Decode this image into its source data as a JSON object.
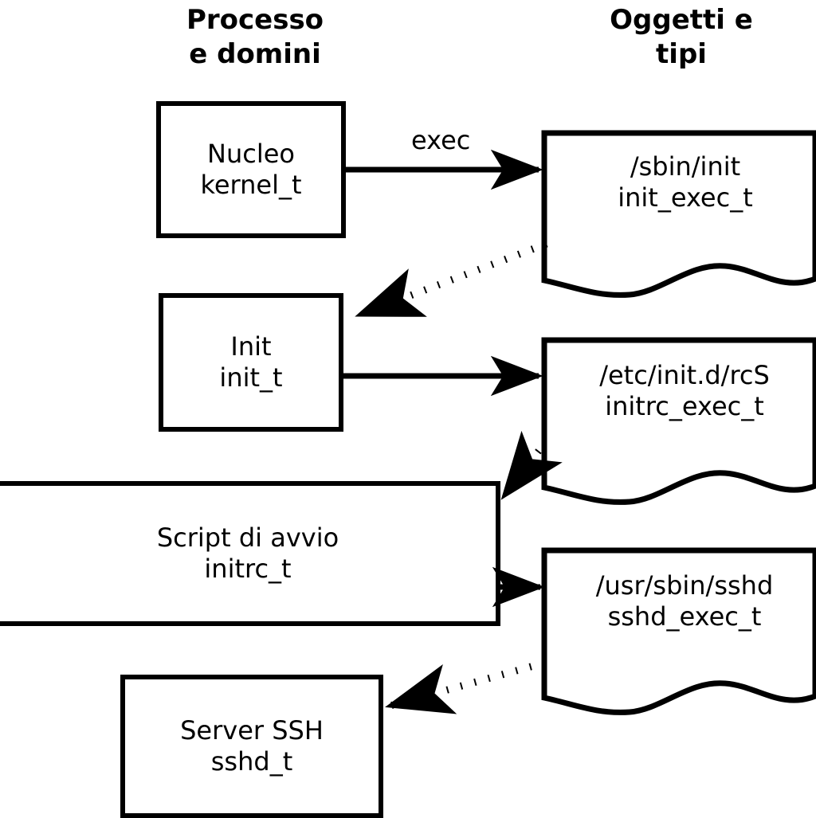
{
  "diagram": {
    "title_left": "Processo\ne domini",
    "title_right": "Oggetti e\ntipi",
    "colors": {
      "stroke": "#000000",
      "fill": "#ffffff",
      "background": "#ffffff"
    }
  },
  "processes": [
    {
      "id": "kernel",
      "label": "Nucleo\nkernel_t",
      "name": "Nucleo",
      "type": "kernel_t"
    },
    {
      "id": "init",
      "label": "Init\ninit_t",
      "name": "Init",
      "type": "init_t"
    },
    {
      "id": "initrc",
      "label": "Script di avvio\ninitrc_t",
      "name": "Script di avvio",
      "type": "initrc_t"
    },
    {
      "id": "sshd",
      "label": "Server SSH\nsshd_t",
      "name": "Server SSH",
      "type": "sshd_t"
    }
  ],
  "objects": [
    {
      "id": "init_exec",
      "label": "/sbin/init\ninit_exec_t",
      "path": "/sbin/init",
      "type": "init_exec_t"
    },
    {
      "id": "initrc_exec",
      "label": "/etc/init.d/rcS\ninitrc_exec_t",
      "path": "/etc/init.d/rcS",
      "type": "initrc_exec_t"
    },
    {
      "id": "sshd_exec",
      "label": "/usr/sbin/sshd\nsshd_exec_t",
      "path": "/usr/sbin/sshd",
      "type": "sshd_exec_t"
    }
  ],
  "edges": [
    {
      "id": "e1",
      "from": "kernel",
      "to": "init_exec",
      "label": "exec",
      "style": "solid"
    },
    {
      "id": "e2",
      "from": "init_exec",
      "to": "init",
      "label": "",
      "style": "dotted"
    },
    {
      "id": "e3",
      "from": "init",
      "to": "initrc_exec",
      "label": "",
      "style": "solid"
    },
    {
      "id": "e4",
      "from": "initrc_exec",
      "to": "initrc",
      "label": "",
      "style": "dotted"
    },
    {
      "id": "e5",
      "from": "initrc",
      "to": "sshd_exec",
      "label": "",
      "style": "solid"
    },
    {
      "id": "e6",
      "from": "sshd_exec",
      "to": "sshd",
      "label": "",
      "style": "dotted"
    }
  ]
}
